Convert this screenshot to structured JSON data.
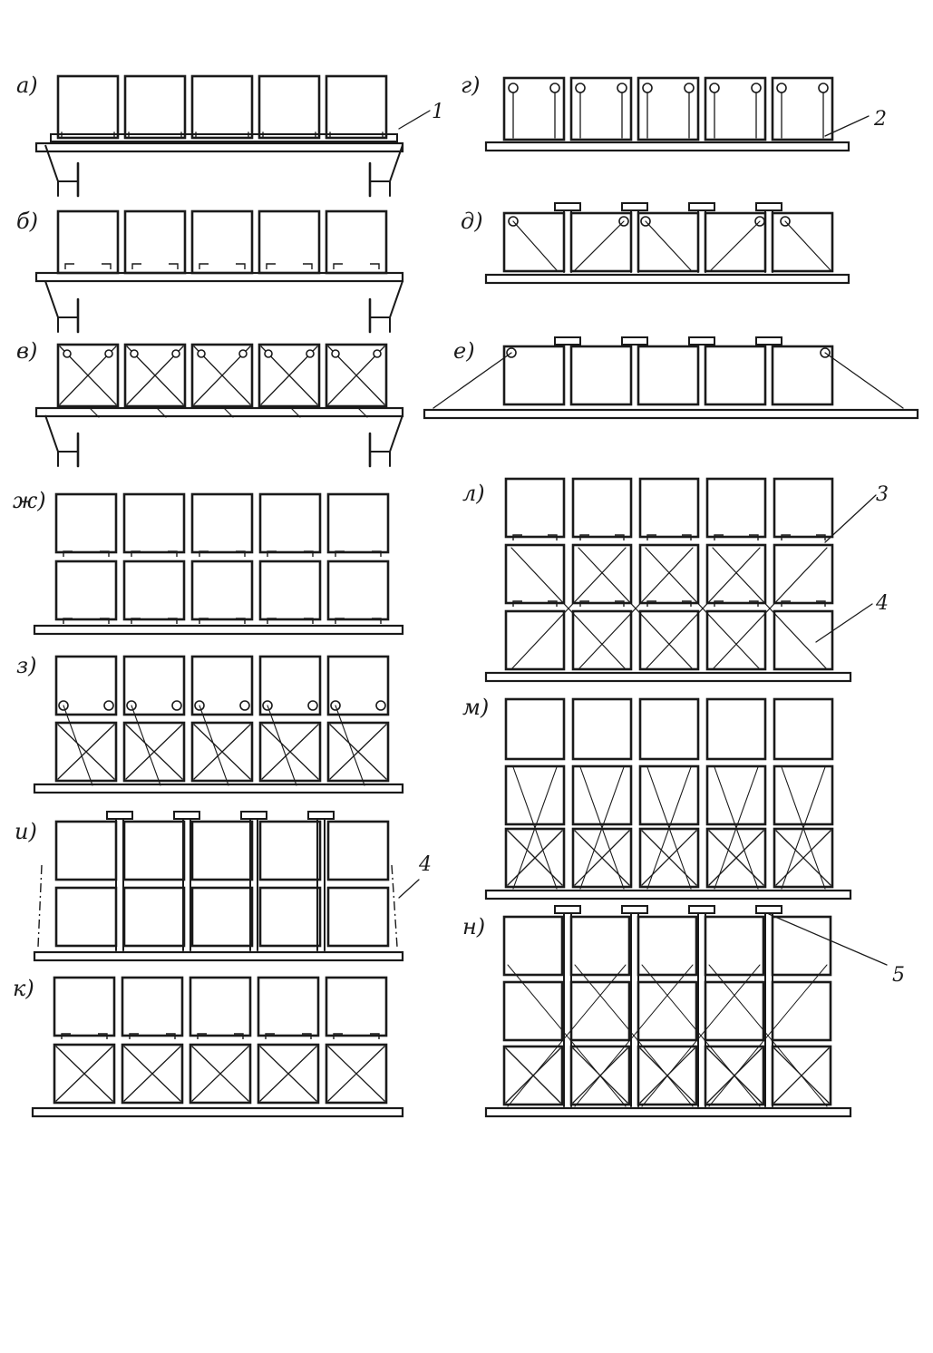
{
  "colors": {
    "ink": "#1a1a1a",
    "paper": "#ffffff"
  },
  "panels": [
    {
      "id": "a",
      "label": "а)",
      "rows": 1,
      "box_count": 5,
      "callout": "1"
    },
    {
      "id": "b",
      "label": "б)",
      "rows": 1,
      "box_count": 5
    },
    {
      "id": "v",
      "label": "в)",
      "rows": 1,
      "box_count": 5
    },
    {
      "id": "g",
      "label": "г)",
      "rows": 1,
      "box_count": 5,
      "callout": "2"
    },
    {
      "id": "d",
      "label": "д)",
      "rows": 1,
      "box_count": 5
    },
    {
      "id": "e",
      "label": "е)",
      "rows": 1,
      "box_count": 5
    },
    {
      "id": "zh",
      "label": "ж)",
      "rows": 2,
      "box_count": 10
    },
    {
      "id": "z",
      "label": "з)",
      "rows": 2,
      "box_count": 10
    },
    {
      "id": "i",
      "label": "и)",
      "rows": 2,
      "box_count": 10,
      "callout": "4"
    },
    {
      "id": "k",
      "label": "к)",
      "rows": 2,
      "box_count": 10
    },
    {
      "id": "l",
      "label": "л)",
      "rows": 3,
      "box_count": 15,
      "callouts": [
        "3",
        "4"
      ]
    },
    {
      "id": "m",
      "label": "м)",
      "rows": 3,
      "box_count": 15
    },
    {
      "id": "n",
      "label": "н)",
      "rows": 3,
      "box_count": 15,
      "callout": "5"
    }
  ]
}
